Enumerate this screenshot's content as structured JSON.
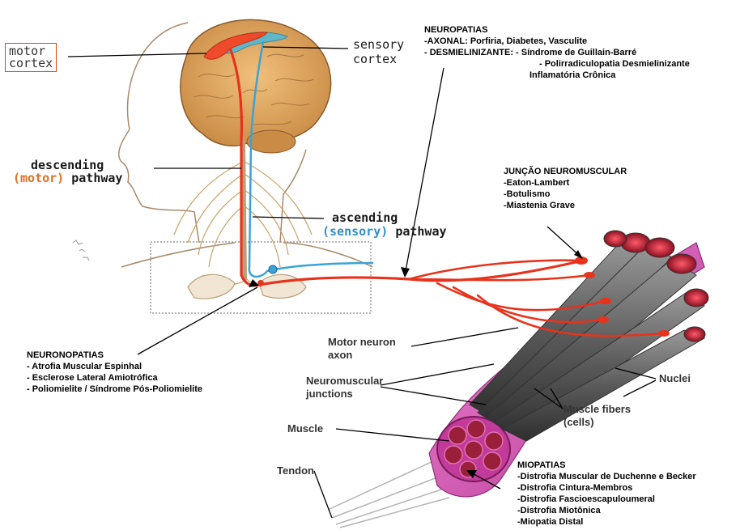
{
  "anatomy_labels": {
    "motor_cortex": [
      "motor",
      "cortex"
    ],
    "sensory_cortex": [
      "sensory",
      "cortex"
    ],
    "descending": "descending",
    "descending_motor": "(motor)",
    "descending_pathway": "pathway",
    "ascending": "ascending",
    "ascending_sensory": "(sensory)",
    "ascending_pathway": "pathway"
  },
  "muscle_labels": {
    "motor_neuron_axon": [
      "Motor neuron",
      "axon"
    ],
    "neuromuscular_junctions": [
      "Neuromuscular",
      "junctions"
    ],
    "nuclei": "Nuclei",
    "muscle_fibers": [
      "Muscle fibers",
      "(cells)"
    ],
    "muscle": "Muscle",
    "tendon": "Tendon"
  },
  "annotations": {
    "neuropatias": {
      "title": "NEUROPATIAS",
      "lines": [
        "-AXONAL: Porfiria, Diabetes, Vasculite",
        "- DESMIELINIZANTE:  - Síndrome de Guillain-Barré",
        "- Polirradiculopatia Desmielinizante",
        "Inflamatória Crônica"
      ]
    },
    "juncao": {
      "title": "JUNÇÃO NEUROMUSCULAR",
      "lines": [
        "-Eaton-Lambert",
        "-Botulismo",
        "-Miastenia Grave"
      ]
    },
    "neuronopatias": {
      "title": "NEURONOPATIAS",
      "lines": [
        "- Atrofia Muscular Espinhal",
        "- Esclerose Lateral Amiotrófica",
        "- Poliomielite / Síndrome Pós-Poliomielite"
      ]
    },
    "miopatias": {
      "title": "MIOPATIAS",
      "lines": [
        "-Distrofia Muscular de Duchenne e Becker",
        "-Distrofia Cintura-Membros",
        "-Distrofia Fascioescapuloumeral",
        "-Distrofia Miotônica",
        "-Miopatia Distal"
      ]
    }
  },
  "colors": {
    "motor_path": "#e8321c",
    "sensory_path": "#3ba3d6",
    "brain": "#d9a25a",
    "muscle_pink": "#d548b0",
    "fiber_gray": "#6f6f6f"
  }
}
